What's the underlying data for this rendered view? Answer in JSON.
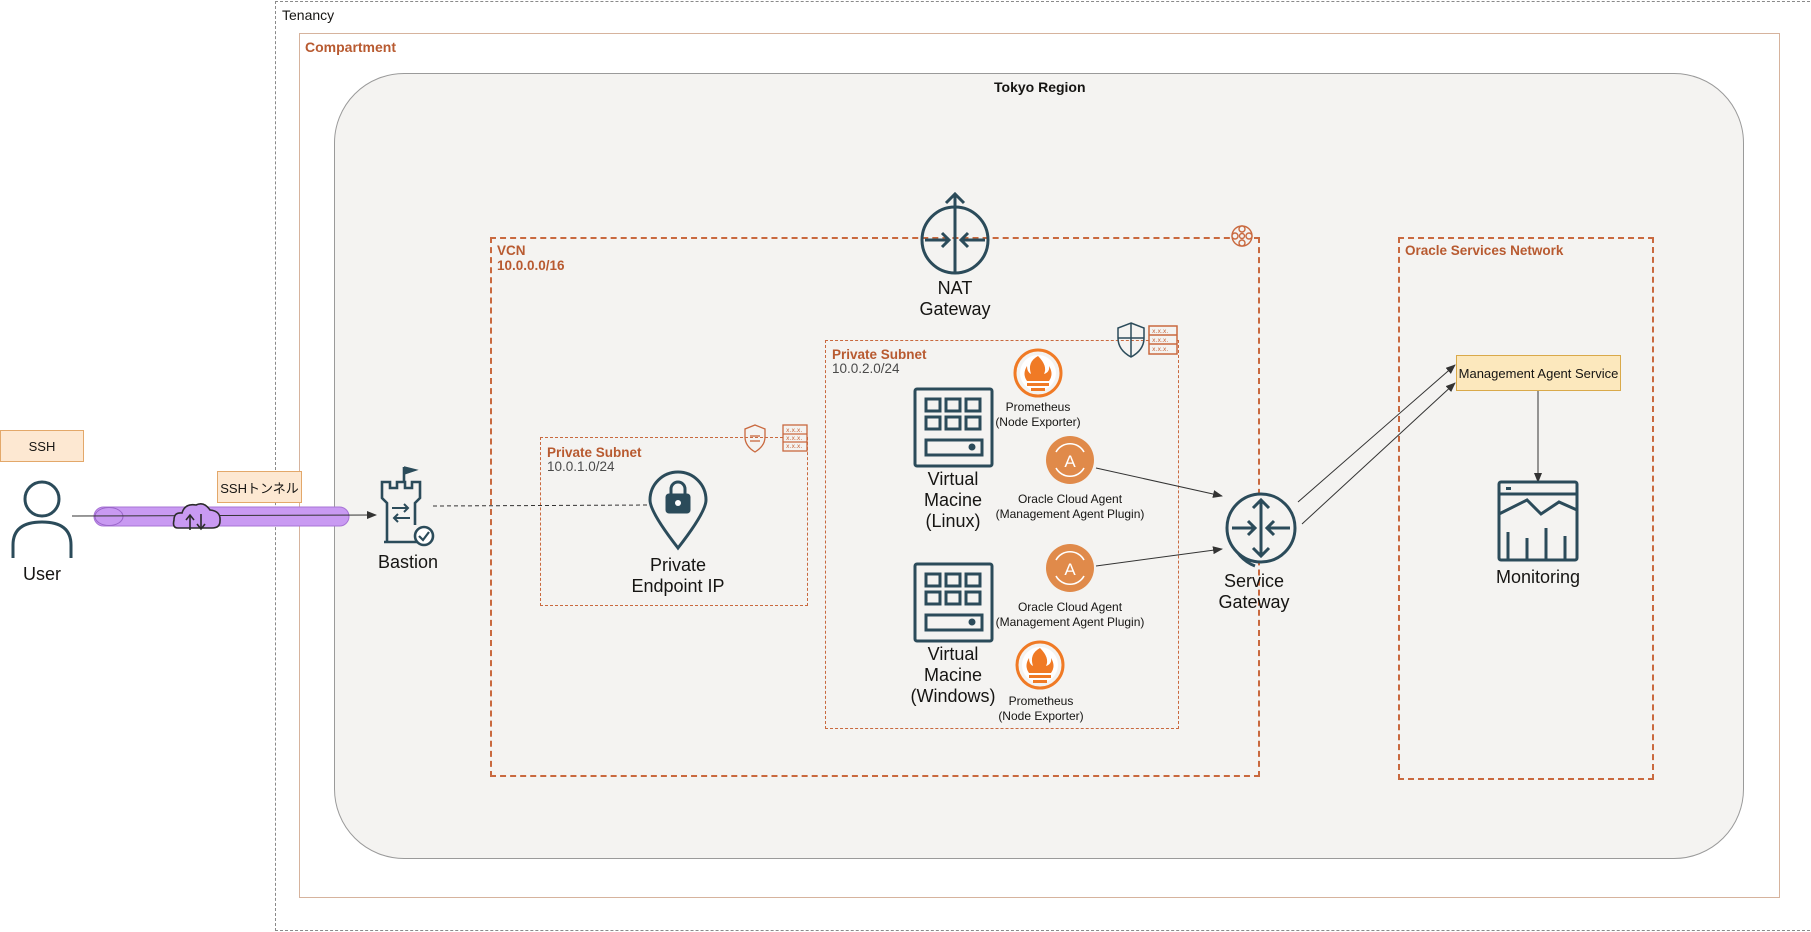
{
  "containers": {
    "tenancy": "Tenancy",
    "compartment": "Compartment",
    "region": "Tokyo Region",
    "vcn_name": "VCN",
    "vcn_cidr": "10.0.0.0/16",
    "osn": "Oracle Services Network",
    "subnet1_name": "Private Subnet",
    "subnet1_cidr": "10.0.1.0/24",
    "subnet2_name": "Private Subnet",
    "subnet2_cidr": "10.0.2.0/24"
  },
  "nodes": {
    "ssh_note": "SSH",
    "ssh_tunnel_note": "SSHトンネル",
    "user": "User",
    "bastion": "Bastion",
    "private_endpoint": [
      "Private",
      "Endpoint IP"
    ],
    "nat_gateway": [
      "NAT",
      "Gateway"
    ],
    "vm_linux": [
      "Virtual",
      "Macine",
      "(Linux)"
    ],
    "vm_windows": [
      "Virtual",
      "Macine",
      "(Windows)"
    ],
    "prometheus_top": [
      "Prometheus",
      "(Node Exporter)"
    ],
    "prometheus_bottom": [
      "Prometheus",
      "(Node Exporter)"
    ],
    "agent_top": [
      "Oracle Cloud Agent",
      "(Management Agent Plugin)"
    ],
    "agent_bottom": [
      "Oracle Cloud Agent",
      "(Management Agent Plugin)"
    ],
    "service_gateway": [
      "Service",
      "Gateway"
    ],
    "management_agent_service": "Management Agent Service",
    "monitoring": "Monitoring",
    "agent_letter": "A"
  },
  "colors": {
    "teal": "#2b4b5a",
    "accent_orange": "#c9693f",
    "prometheus_orange": "#f07a25",
    "agent_orange": "#e08a4a",
    "tunnel_purple": "#c99af2"
  },
  "icons": [
    "user-icon",
    "cloud-transfer-icon",
    "bastion-icon",
    "location-lock-icon",
    "router-icon",
    "vm-icon",
    "prometheus-icon",
    "agent-icon",
    "monitoring-icon",
    "vcn-icon",
    "security-list-icon"
  ]
}
